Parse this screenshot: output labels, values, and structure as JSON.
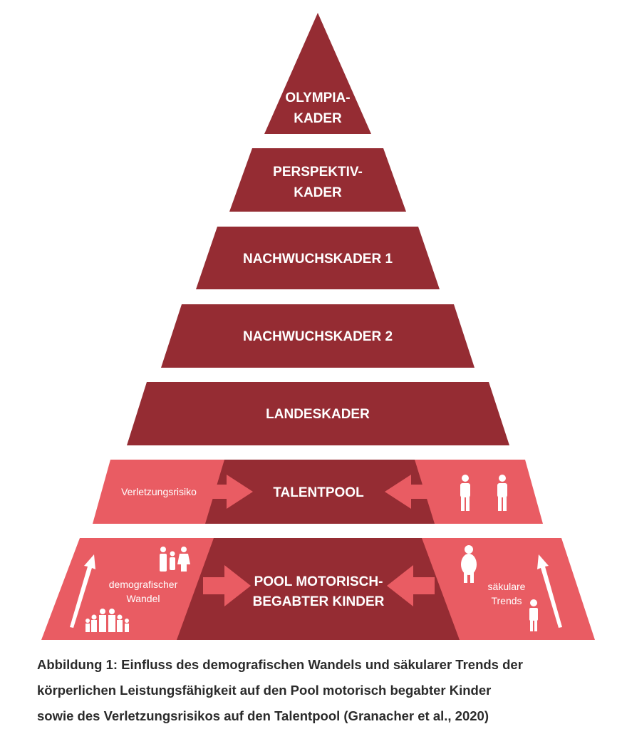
{
  "colors": {
    "dark": "#952c33",
    "light": "#e95c63",
    "text": "#2b2b2b"
  },
  "tiers": [
    {
      "line1": "OLYMPIA-",
      "line2": "KADER"
    },
    {
      "line1": "PERSPEKTIV-",
      "line2": "KADER"
    },
    {
      "label": "NACHWUCHSKADER 1"
    },
    {
      "label": "NACHWUCHSKADER 2"
    },
    {
      "label": "LANDESKADER"
    },
    {
      "label": "TALENTPOOL",
      "left_text": "Verletzungsrisiko",
      "right_icons": "injured-persons-icon"
    },
    {
      "line1": "POOL MOTORISCH-",
      "line2": "BEGABTER KINDER",
      "left_line1": "demografischer",
      "left_line2": "Wandel",
      "right_line1": "säkulare",
      "right_line2": "Trends"
    }
  ],
  "caption": [
    "Abbildung 1: Einfluss des demografischen Wandels und säkularer Trends der",
    "körperlichen Leistungsfähigkeit auf den Pool motorisch begabter Kinder",
    "sowie des Verletzungsrisikos auf den Talentpool (Granacher et al., 2020)"
  ]
}
